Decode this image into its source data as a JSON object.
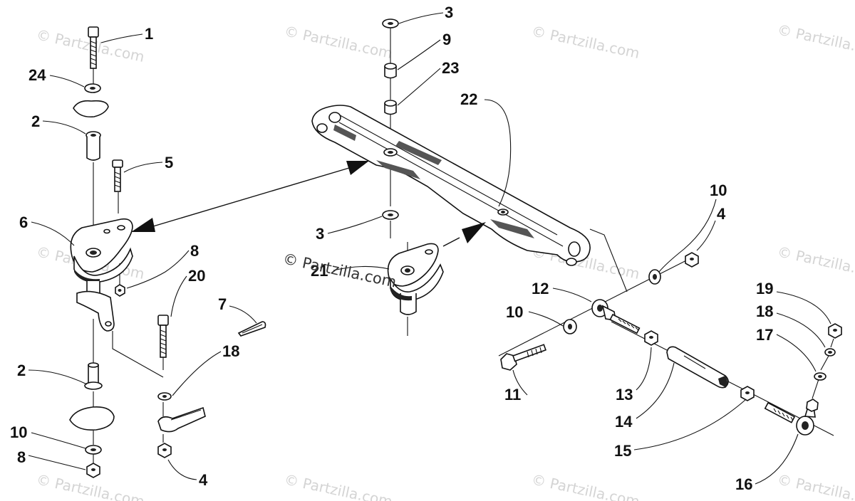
{
  "watermark": {
    "text": "© Partzilla.com",
    "overlay_text": "© Partzilla.com"
  },
  "callouts": [
    {
      "id": "c1",
      "text": "1"
    },
    {
      "id": "c24",
      "text": "24"
    },
    {
      "id": "c2a",
      "text": "2"
    },
    {
      "id": "c5",
      "text": "5"
    },
    {
      "id": "c6",
      "text": "6"
    },
    {
      "id": "c8a",
      "text": "8"
    },
    {
      "id": "c20",
      "text": "20"
    },
    {
      "id": "c7",
      "text": "7"
    },
    {
      "id": "c18a",
      "text": "18"
    },
    {
      "id": "c2b",
      "text": "2"
    },
    {
      "id": "c10a",
      "text": "10"
    },
    {
      "id": "c8b",
      "text": "8"
    },
    {
      "id": "c4a",
      "text": "4"
    },
    {
      "id": "c3a",
      "text": "3"
    },
    {
      "id": "c9",
      "text": "9"
    },
    {
      "id": "c23",
      "text": "23"
    },
    {
      "id": "c22",
      "text": "22"
    },
    {
      "id": "c3b",
      "text": "3"
    },
    {
      "id": "c21",
      "text": "21"
    },
    {
      "id": "c10b",
      "text": "10"
    },
    {
      "id": "c4b",
      "text": "4"
    },
    {
      "id": "c12",
      "text": "12"
    },
    {
      "id": "c10c",
      "text": "10"
    },
    {
      "id": "c11",
      "text": "11"
    },
    {
      "id": "c13",
      "text": "13"
    },
    {
      "id": "c14",
      "text": "14"
    },
    {
      "id": "c15",
      "text": "15"
    },
    {
      "id": "c16",
      "text": "16"
    },
    {
      "id": "c19",
      "text": "19"
    },
    {
      "id": "c18b",
      "text": "18"
    },
    {
      "id": "c17",
      "text": "17"
    }
  ]
}
